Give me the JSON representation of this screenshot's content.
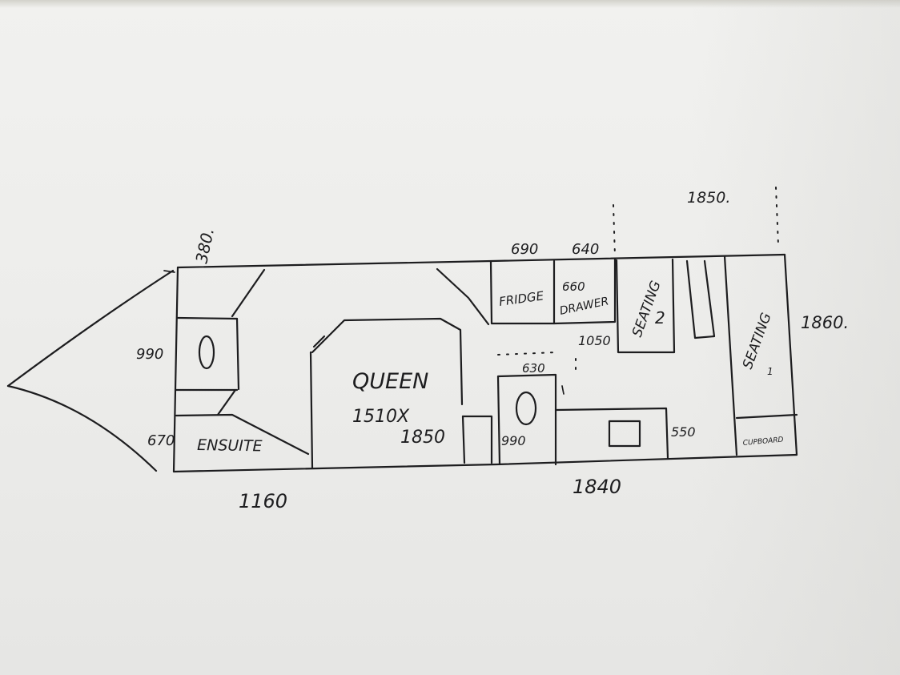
{
  "title": "",
  "dimensions": {
    "front_width": "1160",
    "main_width": "1840",
    "overall_height": "1860.",
    "top_left": "380.",
    "top_right": "1850.",
    "ensuite_upper": "990",
    "ensuite_lower": "670",
    "fridge_width": "690",
    "drawer_width": "640",
    "seating_depth": "1050",
    "cabinet_width": "630",
    "cabinet_depth": "990",
    "bench_depth": "550"
  },
  "rooms": {
    "ensuite": "ENSUITE",
    "bed_label": "QUEEN",
    "bed_size_1": "1510X",
    "bed_size_2": "1850",
    "fridge": "FRIDGE",
    "drawer_num": "660",
    "drawer": "DRAWER",
    "seating_2": "SEATING",
    "seating_2_num": "2",
    "seating_1": "SEATING",
    "seating_1_num": "1",
    "cupboard": "CUPBOARD",
    "toilet_symbol": "0",
    "basin_symbol": "0"
  }
}
